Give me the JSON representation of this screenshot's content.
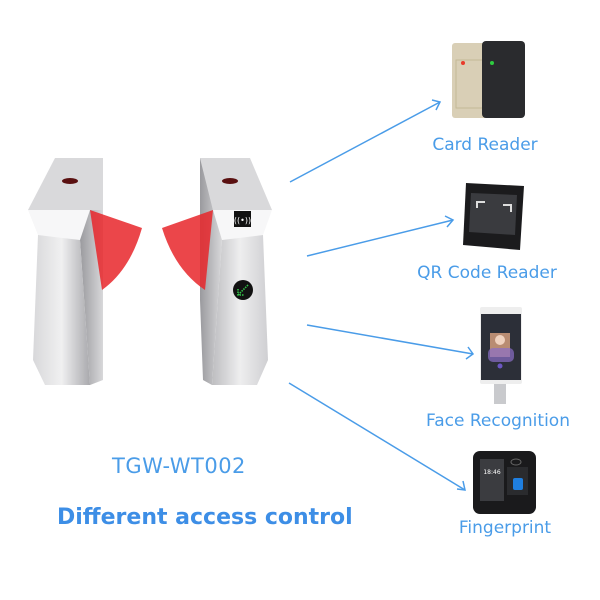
{
  "product": {
    "model": "TGW-WT002",
    "tagline": "Different access control"
  },
  "colors": {
    "accent": "#4a9ce8",
    "flap_red": "#e8262a",
    "steel": "#c9c9cc"
  },
  "devices": [
    {
      "id": "card-reader",
      "label": "Card Reader"
    },
    {
      "id": "qr-code-reader",
      "label": "QR Code Reader"
    },
    {
      "id": "face-recognition",
      "label": "Face Recognition"
    },
    {
      "id": "fingerprint",
      "label": "Fingerprint"
    }
  ]
}
